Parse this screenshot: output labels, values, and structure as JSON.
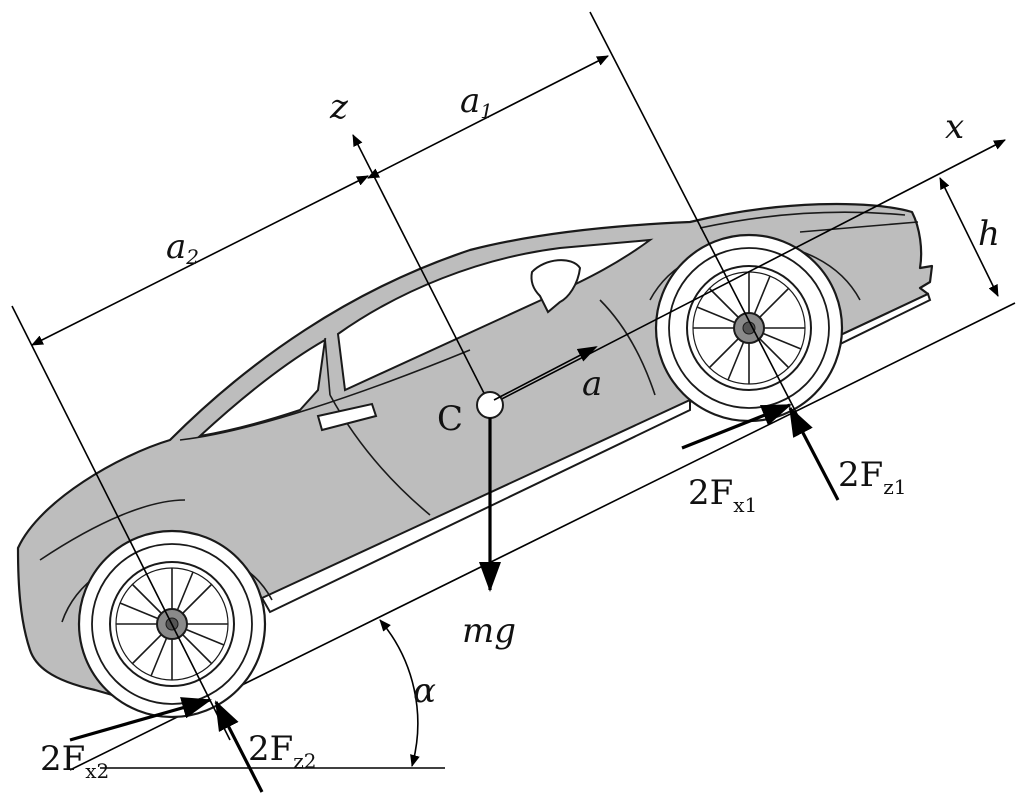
{
  "labels": {
    "z_axis": "z",
    "x_axis": "x",
    "a1": "a",
    "a1_sub": "1",
    "a2": "a",
    "a2_sub": "2",
    "h": "h",
    "center": "C",
    "accel": "a",
    "weight": "mg",
    "fx1": "2F",
    "fx1_sub": "x1",
    "fz1": "2F",
    "fz1_sub": "z1",
    "fx2": "2F",
    "fx2_sub": "x2",
    "fz2": "2F",
    "fz2_sub": "z2",
    "alpha": "α"
  },
  "colors": {
    "car_body": "#bdbdbd",
    "outline": "#1a1a1a",
    "background": "#ffffff"
  }
}
